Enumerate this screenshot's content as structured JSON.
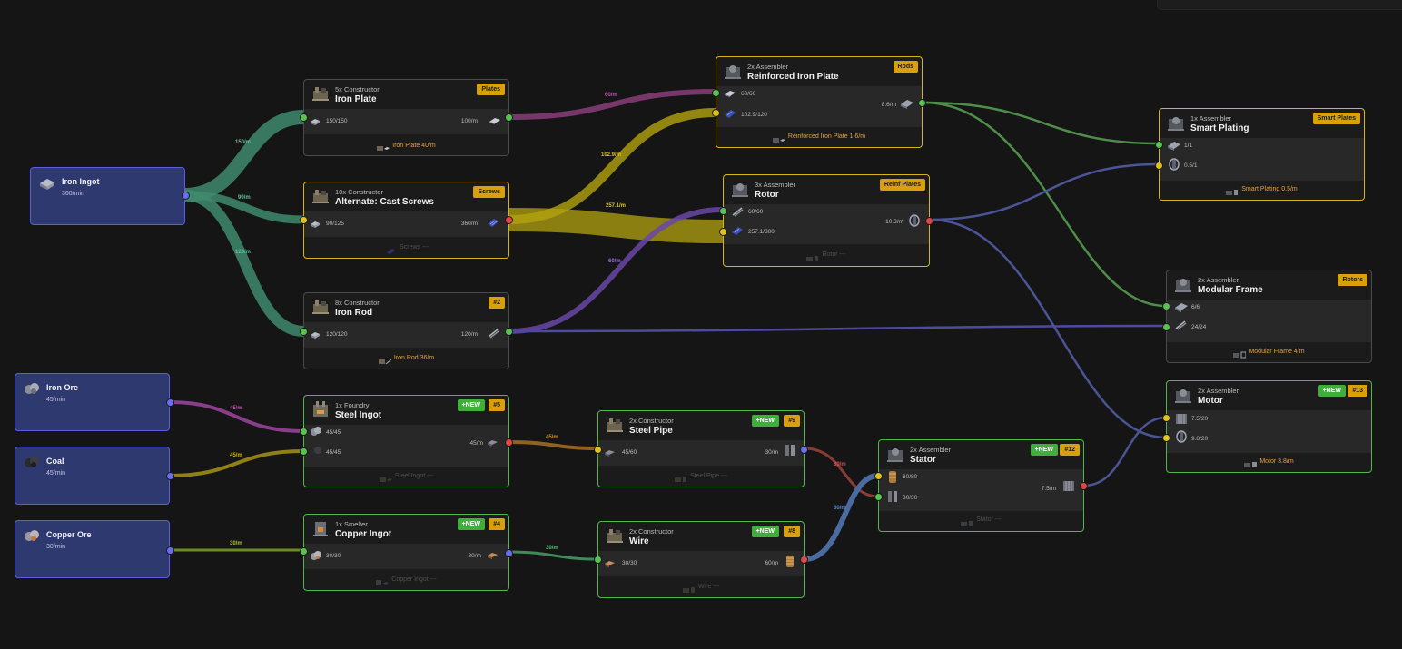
{
  "colors": {
    "accent_tag": "#d9a00b",
    "new_badge": "#3fae3a",
    "port_input_green": "#58c350",
    "port_input_yellow": "#e0c21d",
    "port_output_red": "#e14646",
    "port_output_blue": "#6a6df0",
    "border_yellow": "#d4b51a",
    "border_green": "#4fb848",
    "source_fill": "#2e3970",
    "footer_orange": "#e8a33c"
  },
  "sources": {
    "iron_ingot": {
      "name": "Iron Ingot",
      "rate": "360/min",
      "icon": "iron-ingot-icon"
    },
    "iron_ore": {
      "name": "Iron Ore",
      "rate": "45/min",
      "icon": "iron-ore-icon"
    },
    "coal": {
      "name": "Coal",
      "rate": "45/min",
      "icon": "coal-icon"
    },
    "copper_ore": {
      "name": "Copper Ore",
      "rate": "30/min",
      "icon": "copper-ore-icon"
    }
  },
  "nodes": {
    "iron_plate": {
      "machine": "5x Constructor",
      "title": "Iron Plate",
      "tag": "Plates",
      "in1": "150/150",
      "out": "100/m",
      "footer": "Iron Plate 40/m"
    },
    "cast_screws": {
      "machine": "10x Constructor",
      "title": "Alternate: Cast Screws",
      "tag": "Screws",
      "in1": "90/125",
      "out": "360/m",
      "footer": "Screws ---"
    },
    "iron_rod": {
      "machine": "8x Constructor",
      "title": "Iron Rod",
      "tag": "#2",
      "in1": "120/120",
      "out": "120/m",
      "footer": "Iron Rod 36/m"
    },
    "reinforced_plate": {
      "machine": "2x Assembler",
      "title": "Reinforced Iron Plate",
      "tag": "Rods",
      "in1": "60/60",
      "in2": "102.9/120",
      "out": "8.6/m",
      "footer": "Reinforced Iron Plate 1.6/m"
    },
    "rotor": {
      "machine": "3x Assembler",
      "title": "Rotor",
      "tag": "Reinf Plates",
      "in1": "60/60",
      "in2": "257.1/300",
      "out": "10.3/m",
      "footer": "Rotor ---"
    },
    "smart_plating": {
      "machine": "1x Assembler",
      "title": "Smart Plating",
      "tag": "Smart Plates",
      "in1": "1/1",
      "in2": "0.5/1",
      "footer": "Smart Plating 0.5/m"
    },
    "modular_frame": {
      "machine": "2x Assembler",
      "title": "Modular Frame",
      "tag": "Rotors",
      "in1": "6/6",
      "in2": "24/24",
      "footer": "Modular Frame 4/m"
    },
    "motor": {
      "machine": "2x Assembler",
      "title": "Motor",
      "new": "+NEW",
      "tag": "#13",
      "in1": "7.5/20",
      "in2": "9.8/20",
      "footer": "Motor 3.8/m"
    },
    "steel_ingot": {
      "machine": "1x Foundry",
      "title": "Steel Ingot",
      "new": "+NEW",
      "tag": "#5",
      "in1": "45/45",
      "in2": "45/45",
      "out": "45/m",
      "footer": "Steel Ingot ---"
    },
    "copper_ingot": {
      "machine": "1x Smelter",
      "title": "Copper Ingot",
      "new": "+NEW",
      "tag": "#4",
      "in1": "30/30",
      "out": "30/m",
      "footer": "Copper Ingot ---"
    },
    "steel_pipe": {
      "machine": "2x Constructor",
      "title": "Steel Pipe",
      "new": "+NEW",
      "tag": "#9",
      "in1": "45/60",
      "out": "30/m",
      "footer": "Steel Pipe ---"
    },
    "wire": {
      "machine": "2x Constructor",
      "title": "Wire",
      "new": "+NEW",
      "tag": "#8",
      "in1": "30/30",
      "out": "60/m",
      "footer": "Wire ---"
    },
    "stator": {
      "machine": "2x Assembler",
      "title": "Stator",
      "new": "+NEW",
      "tag": "#12",
      "in1": "60/80",
      "in2": "30/30",
      "out": "7.5/m",
      "footer": "Stator ---"
    }
  },
  "edge_labels": {
    "ingot_plate": "150/m",
    "ingot_screws": "90/m",
    "ingot_rod": "120/m",
    "plate_reinforced": "60/m",
    "screws_reinforced": "102.9/m",
    "screws_rotor": "257.1/m",
    "rod_rotor": "60/m",
    "ore_steel": "45/m",
    "coal_steel": "45/m",
    "steel_pipe": "45/m",
    "copper_ingot": "30/m",
    "ingot_wire": "30/m",
    "pipe_stator": "30/m",
    "wire_stator": "60/m"
  }
}
